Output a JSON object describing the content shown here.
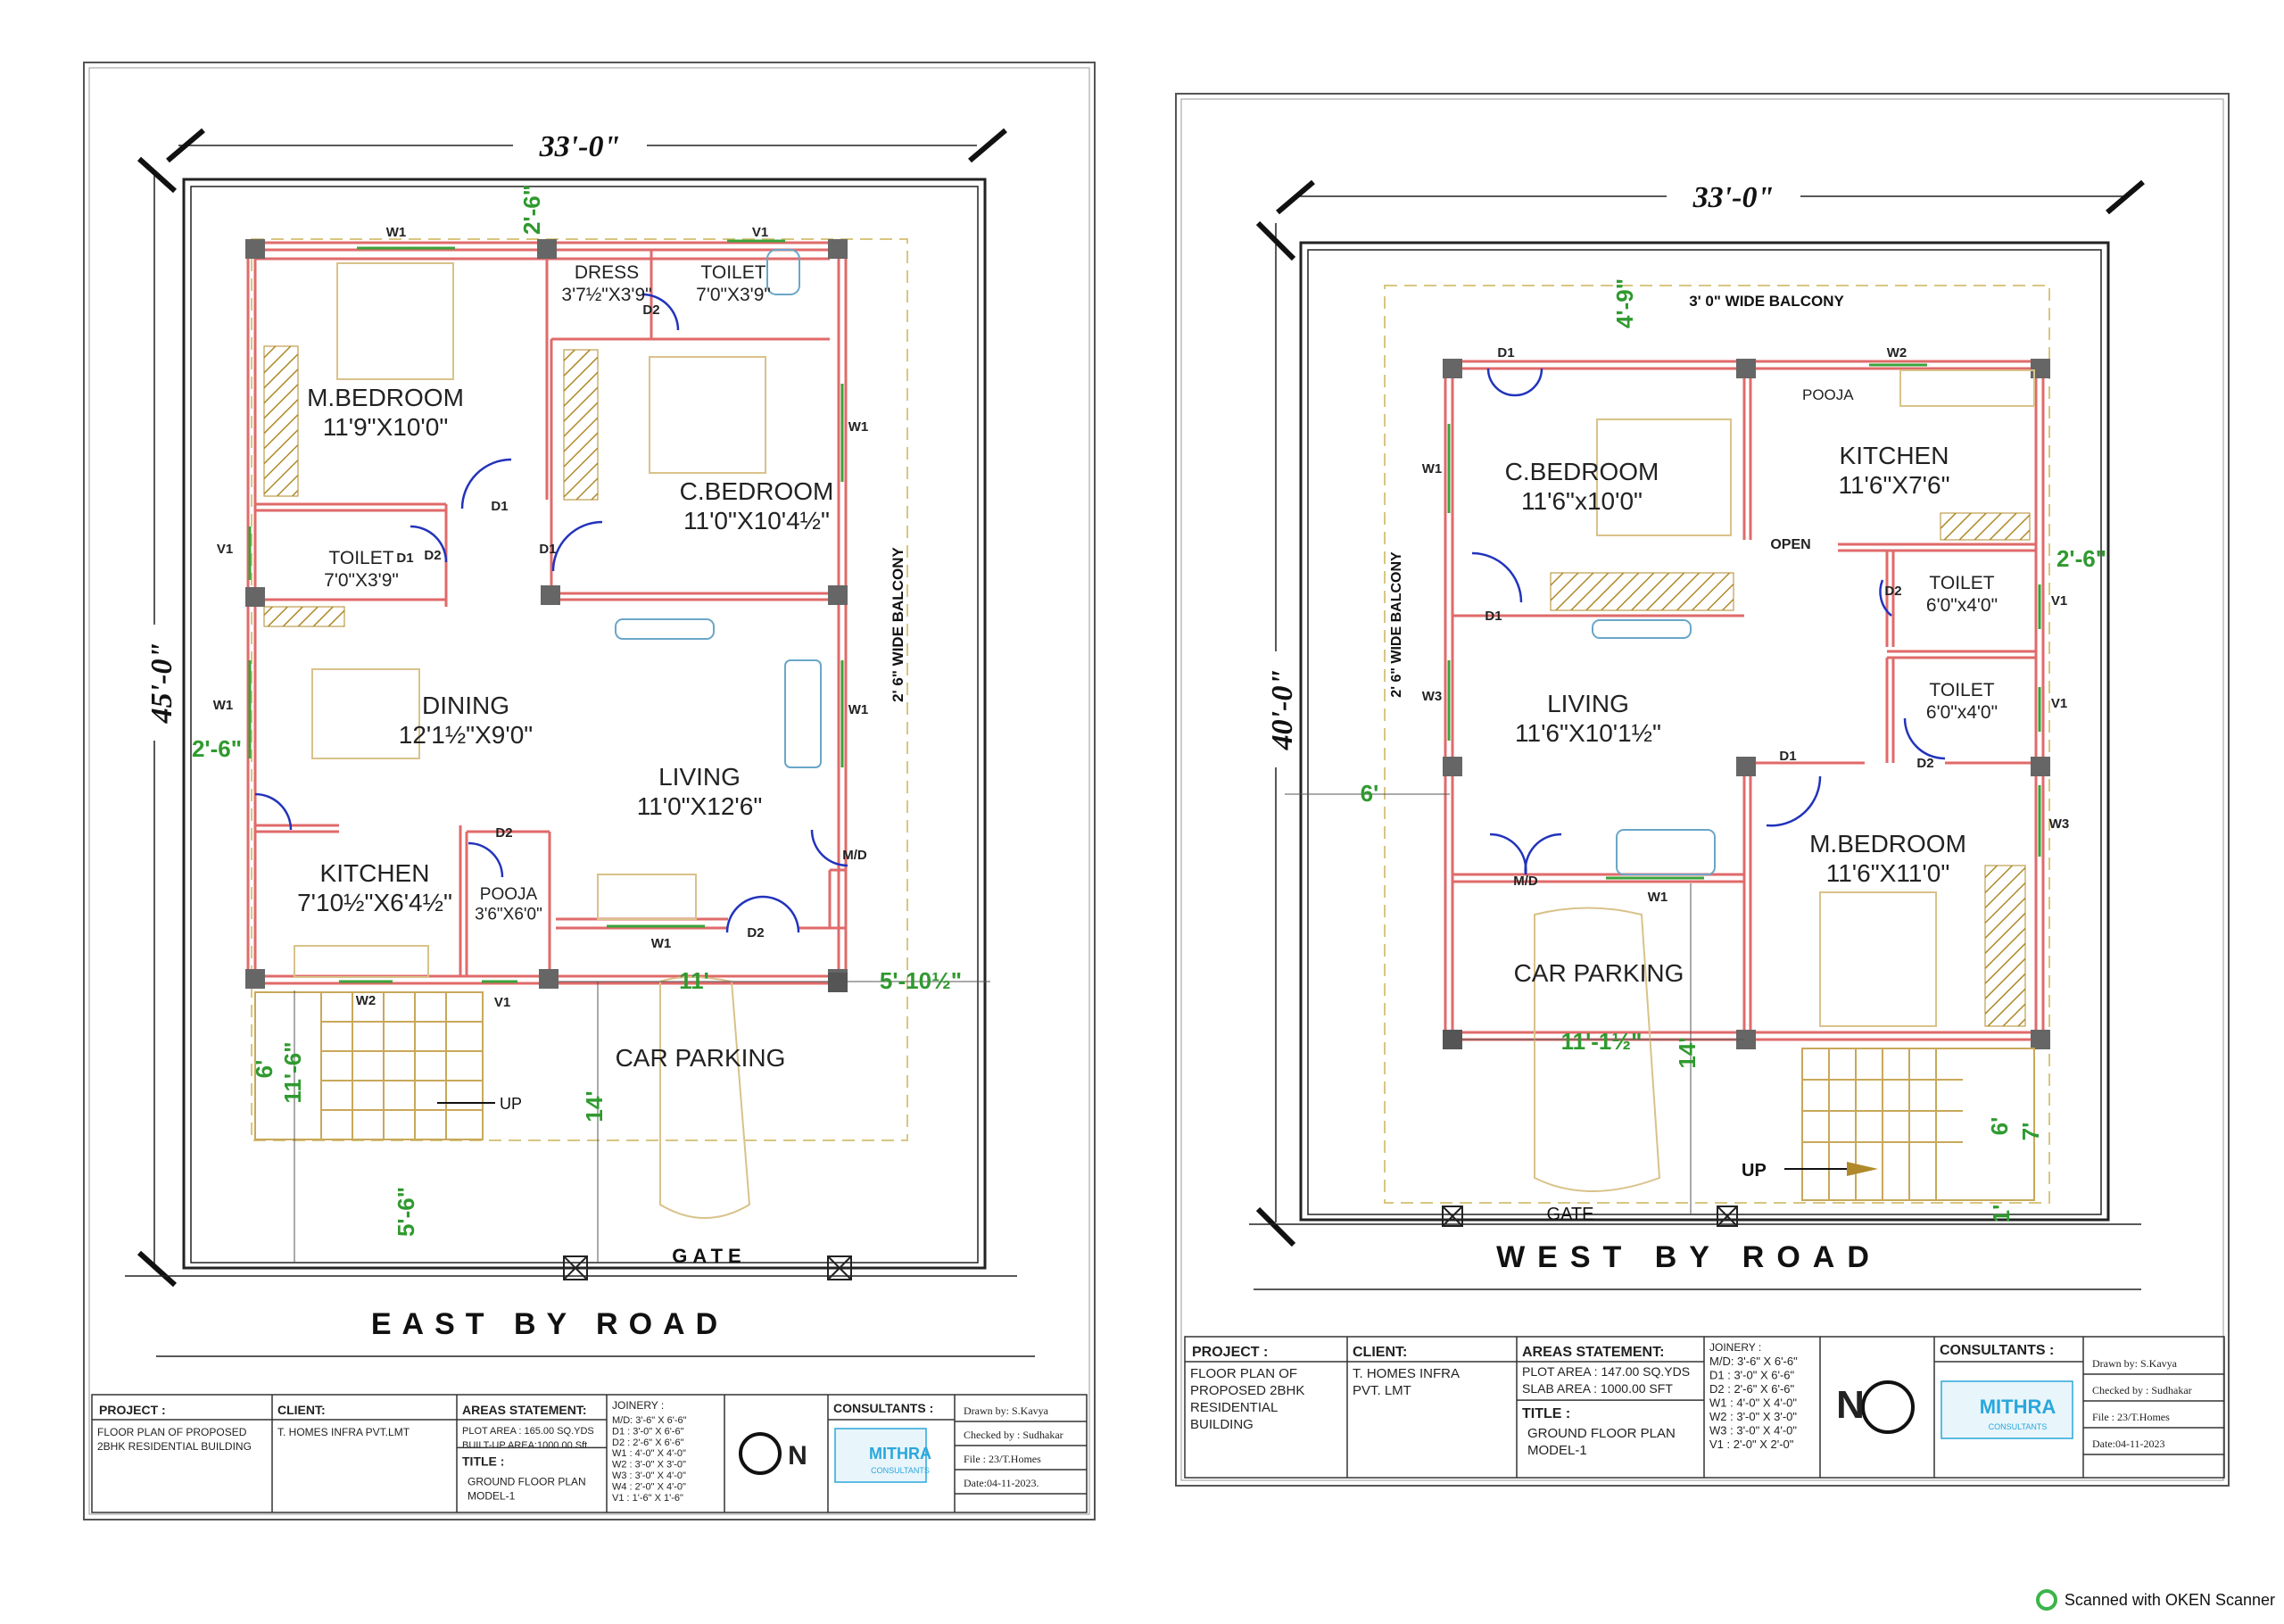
{
  "plans": [
    {
      "id": "east",
      "dims": {
        "top": "33'-0\"",
        "left": "45'-0\""
      },
      "rooms": [
        {
          "name": "M.BEDROOM",
          "size": "11'9\"X10'0\""
        },
        {
          "name": "DRESS",
          "size": "3'7½\"X3'9\""
        },
        {
          "name": "TOILET",
          "size": "7'0\"X3'9\""
        },
        {
          "name": "C.BEDROOM",
          "size": "11'0\"X10'4½\""
        },
        {
          "name": "TOILET",
          "size": "7'0\"X3'9\""
        },
        {
          "name": "DINING",
          "size": "12'1½\"X9'0\""
        },
        {
          "name": "LIVING",
          "size": "11'0\"X12'6\""
        },
        {
          "name": "KITCHEN",
          "size": "7'10½\"X6'4½\""
        },
        {
          "name": "POOJA",
          "size": "3'6\"X6'0\""
        },
        {
          "name": "CAR PARKING",
          "size": ""
        }
      ],
      "doors": [
        "D1",
        "D1",
        "D1",
        "D2",
        "D2",
        "D2",
        "D2",
        "M/D"
      ],
      "windows": [
        "W1",
        "V1",
        "W1",
        "V1",
        "W1",
        "W1",
        "W1",
        "W2",
        "V1"
      ],
      "green_dims": [
        "2'-6\"",
        "2'-6\"",
        "11'",
        "5'-10½\"",
        "6'",
        "11'-6\"",
        "5'-6\"",
        "14'"
      ],
      "balcony": "2' 6\" WIDE BALCONY",
      "up": "UP",
      "gate": "GATE",
      "road": "EAST BY ROAD",
      "block": {
        "project_h": "PROJECT :",
        "project": "FLOOR PLAN OF PROPOSED 2BHK RESIDENTIAL BUILDING",
        "client_h": "CLIENT:",
        "client": "T. HOMES INFRA PVT.LMT",
        "areas_h": "AREAS STATEMENT:",
        "areas": [
          "PLOT AREA : 165.00 SQ.YDS",
          "BUILT-UP AREA:1000.00 Sft"
        ],
        "title_h": "TITLE :",
        "title": [
          "GROUND FLOOR PLAN",
          "MODEL-1"
        ],
        "joinery_h": "JOINERY :",
        "joinery": [
          "M/D: 3'-6\" X 6'-6\"",
          "D1 : 3'-0\" X 6'-6\"",
          "D2 : 2'-6\" X 6'-6\"",
          "W1 : 4'-0\" X 4'-0\"",
          "W2 : 3'-0\" X 3'-0\"",
          "W3 : 3'-0\" X 4'-0\"",
          "W4 : 2'-0\" X 4'-0\"",
          "V1 : 1'-6\" X 1'-6\""
        ],
        "north": "N",
        "consultants_h": "CONSULTANTS :",
        "logo": "MITHRA",
        "logo_sub": "CONSULTANTS",
        "info": [
          "Drawn by: S.Kavya",
          "Checked by : Sudhakar",
          "File : 23/T.Homes",
          "Date:04-11-2023."
        ]
      }
    },
    {
      "id": "west",
      "dims": {
        "top": "33'-0\"",
        "left": "40'-0\""
      },
      "rooms": [
        {
          "name": "C.BEDROOM",
          "size": "11'6\"x10'0\""
        },
        {
          "name": "POOJA",
          "size": ""
        },
        {
          "name": "KITCHEN",
          "size": "11'6\"X7'6\""
        },
        {
          "name": "TOILET",
          "size": "6'0\"x4'0\""
        },
        {
          "name": "TOILET",
          "size": "6'0\"x4'0\""
        },
        {
          "name": "LIVING",
          "size": "11'6\"X10'1½\""
        },
        {
          "name": "M.BEDROOM",
          "size": "11'6\"X11'0\""
        },
        {
          "name": "CAR PARKING",
          "size": ""
        }
      ],
      "doors": [
        "D1",
        "D1",
        "D2",
        "D1",
        "D2",
        "M/D"
      ],
      "windows": [
        "W2",
        "W1",
        "W3",
        "V1",
        "V1",
        "W3",
        "W1"
      ],
      "open_label": "OPEN",
      "green_dims": [
        "4'-9\"",
        "2'-6\"",
        "6'",
        "11'-1½\"",
        "14'",
        "6'",
        "7'",
        "1'"
      ],
      "balcony": "3' 0\" WIDE BALCONY",
      "balcony_side": "2' 6\" WIDE BALCONY",
      "up": "UP",
      "gate": "GATE",
      "road": "WEST BY ROAD",
      "block": {
        "project_h": "PROJECT :",
        "project": "FLOOR PLAN OF PROPOSED 2BHK RESIDENTIAL BUILDING",
        "client_h": "CLIENT:",
        "client": "T. HOMES INFRA PVT. LMT",
        "areas_h": "AREAS STATEMENT:",
        "areas": [
          "PLOT AREA : 147.00 SQ.YDS",
          "SLAB AREA : 1000.00 SFT"
        ],
        "title_h": "TITLE :",
        "title": [
          "GROUND FLOOR PLAN",
          "MODEL-1"
        ],
        "joinery_h": "JOINERY :",
        "joinery": [
          "M/D: 3'-6\" X 6'-6\"",
          "D1 : 3'-0\" X 6'-6\"",
          "D2 : 2'-6\" X 6'-6\"",
          "W1 : 4'-0\" X 4'-0\"",
          "W2 : 3'-0\" X 3'-0\"",
          "W3 : 3'-0\" X 4'-0\"",
          "V1 : 2'-0\" X 2'-0\""
        ],
        "north": "N",
        "consultants_h": "CONSULTANTS :",
        "logo": "MITHRA",
        "logo_sub": "CONSULTANTS",
        "info": [
          "Drawn by: S.Kavya",
          "Checked by : Sudhakar",
          "File : 23/T.Homes",
          "Date:04-11-2023"
        ]
      }
    }
  ],
  "scanner": "Scanned with OKEN Scanner",
  "colors": {
    "wall": "#e06a6a",
    "green": "#2f9a2f",
    "dim": "#222222",
    "door": "#2233bb",
    "balcony": "#d8c680",
    "logo": "#2aa7dc"
  }
}
